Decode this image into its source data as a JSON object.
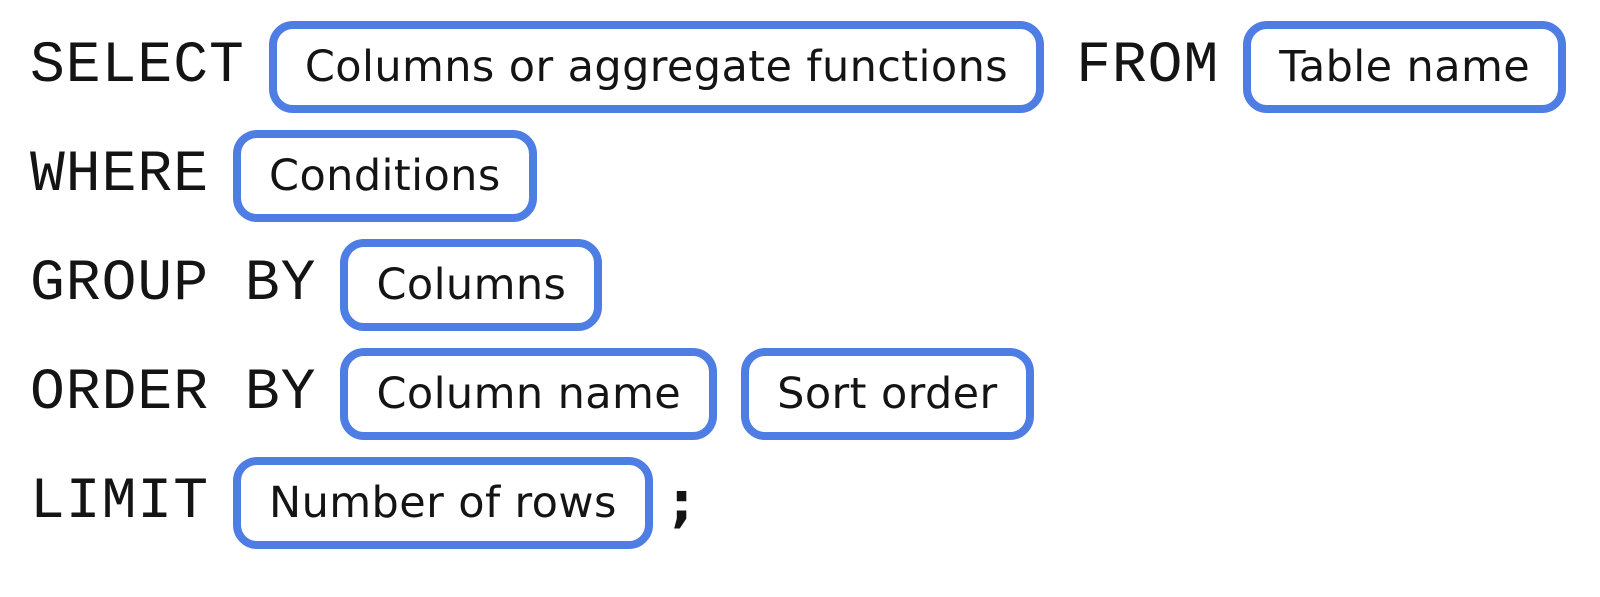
{
  "diagram": {
    "description": "SQL query syntax structure",
    "accent_color": "#4e7de3",
    "text_color": "#141414",
    "rows": [
      {
        "segments": [
          {
            "type": "keyword",
            "text": "SELECT"
          },
          {
            "type": "pill",
            "text": "Columns or aggregate functions"
          },
          {
            "type": "keyword",
            "text": "FROM"
          },
          {
            "type": "pill",
            "text": "Table name"
          }
        ]
      },
      {
        "segments": [
          {
            "type": "keyword",
            "text": "WHERE"
          },
          {
            "type": "pill",
            "text": "Conditions"
          }
        ]
      },
      {
        "segments": [
          {
            "type": "keyword",
            "text": "GROUP BY"
          },
          {
            "type": "pill",
            "text": "Columns"
          }
        ]
      },
      {
        "segments": [
          {
            "type": "keyword",
            "text": "ORDER BY"
          },
          {
            "type": "pill",
            "text": "Column name"
          },
          {
            "type": "pill",
            "text": "Sort order"
          }
        ]
      },
      {
        "segments": [
          {
            "type": "keyword",
            "text": "LIMIT"
          },
          {
            "type": "pill",
            "text": "Number of rows"
          },
          {
            "type": "punctuation",
            "text": ";"
          }
        ]
      }
    ]
  }
}
